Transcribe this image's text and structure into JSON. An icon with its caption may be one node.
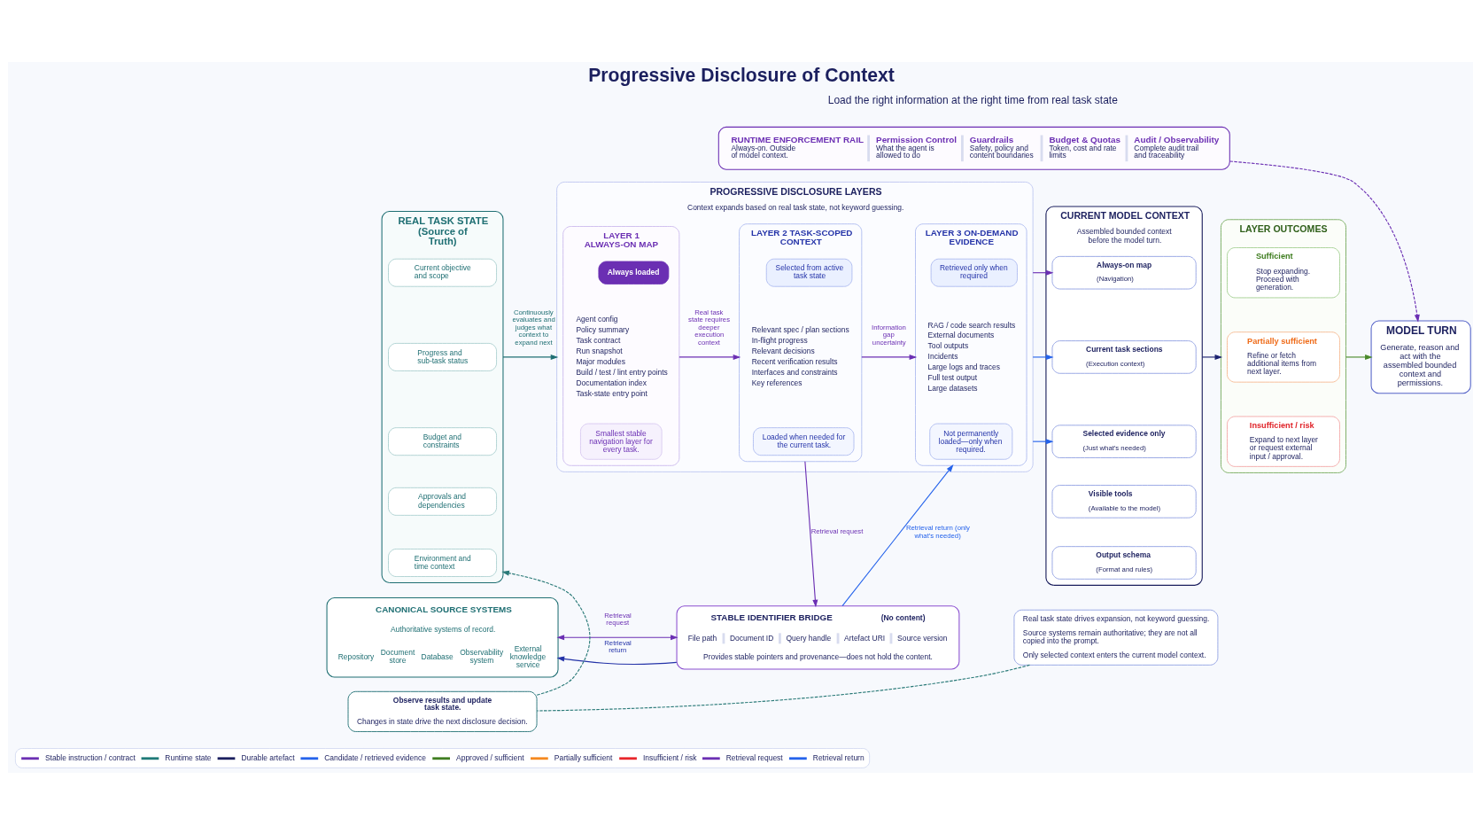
{
  "diagram": {
    "title": "Progressive Disclosure of Context",
    "nodes": [
      {
        "text": [
          "RUNTIME ENFORCEMENT RAIL",
          "Always-on. Outside of model context.",
          "Permission Control",
          "What the agent is allowed to do",
          "Guardrails",
          "Safety, policy and content boundaries",
          "Budget & Quotas",
          "Token, cost and rate limits",
          "Audit / Observability",
          "Complete audit trail and traceability"
        ]
      },
      {
        "text": [
          "REAL TASK STATE (Source of Truth)"
        ]
      },
      {
        "text": [
          "Current objective and scope"
        ],
        "in": 1
      },
      {
        "text": [
          "Progress and sub-task status"
        ],
        "in": 1
      },
      {
        "text": [
          "Budget and constraints"
        ],
        "in": 1
      },
      {
        "text": [
          "Approvals and dependencies"
        ],
        "in": 1
      },
      {
        "text": [
          "Environment and time context"
        ],
        "in": 1
      },
      {
        "text": [
          "PROGRESSIVE DISCLOSURE LAYERS",
          "Context expands based on real task state, not keyword guessing."
        ]
      },
      {
        "text": [
          "LAYER 1 ALWAYS-ON MAP",
          "Agent config",
          "Policy summary",
          "Task contract",
          "Run snapshot",
          "Major modules",
          "Build / test / lint entry points",
          "Documentation index",
          "Task-state entry point"
        ],
        "in": 7
      },
      {
        "text": [
          "Always loaded"
        ],
        "in": 8
      },
      {
        "text": [
          "Smallest stable navigation layer for every task."
        ],
        "in": 8
      },
      {
        "text": [
          "LAYER 2 TASK-SCOPED CONTEXT",
          "Relevant spec / plan sections",
          "In-flight progress",
          "Relevant decisions",
          "Recent verification results",
          "Interfaces and constraints",
          "Key references"
        ],
        "in": 7
      },
      {
        "text": [
          "Selected from active task state"
        ],
        "in": 11
      },
      {
        "text": [
          "Loaded when needed for the current task."
        ],
        "in": 11
      },
      {
        "text": [
          "LAYER 3 ON-DEMAND EVIDENCE",
          "RAG / code search results",
          "External documents",
          "Tool outputs",
          "Incidents",
          "Large logs and traces",
          "Full test output",
          "Large datasets"
        ],
        "in": 7
      },
      {
        "text": [
          "Retrieved only when required"
        ],
        "in": 14
      },
      {
        "text": [
          "Not permanently loaded—only when required."
        ],
        "in": 14
      },
      {
        "text": [
          "CURRENT MODEL CONTEXT",
          "Assembled bounded context before the model turn."
        ]
      },
      {
        "text": [
          "Always-on map",
          "(Navigation)"
        ],
        "in": 17
      },
      {
        "text": [
          "Current task sections",
          "(Execution context)"
        ],
        "in": 17
      },
      {
        "text": [
          "Selected evidence only",
          "(Just what's needed)"
        ],
        "in": 17
      },
      {
        "text": [
          "Visible tools",
          "(Available to the model)"
        ],
        "in": 17
      },
      {
        "text": [
          "Output schema",
          "(Format and rules)"
        ],
        "in": 17
      },
      {
        "text": [
          "LAYER OUTCOMES"
        ]
      },
      {
        "text": [
          "Sufficient",
          "Stop expanding. Proceed with generation."
        ],
        "in": 23
      },
      {
        "text": [
          "Partially sufficient",
          "Refine or fetch additional items from next layer."
        ],
        "in": 23
      },
      {
        "text": [
          "Insufficient / risk",
          "Expand to next layer or request external input / approval."
        ],
        "in": 23
      },
      {
        "text": [
          "MODEL TURN",
          "Generate, reason and act with the assembled bounded context and permissions."
        ]
      },
      {
        "text": [
          "CANONICAL SOURCE SYSTEMS",
          "Authoritative systems of record.",
          "Repository",
          "Document store",
          "Database",
          "Observability system",
          "External knowledge service"
        ]
      },
      {
        "text": [
          "STABLE IDENTIFIER BRIDGE",
          "(No content)",
          "File path",
          "Document ID",
          "Query handle",
          "Artefact URI",
          "Source version",
          "Provides stable pointers and provenance—does not hold the content."
        ]
      },
      {
        "text": [
          "Real task state drives expansion, not keyword guessing.",
          "Source systems remain authoritative; they are not all copied into the prompt.",
          "Only selected context enters the current model context."
        ]
      },
      {
        "text": [
          "Observe results and update task state.",
          "Changes in state drive the next disclosure decision."
        ]
      }
    ],
    "edges": [
      {
        "from": 1,
        "to": 7,
        "arrow": "to",
        "label": "Continuously evaluates and judges what context to expand next",
        "color": "#1f6f73"
      },
      {
        "from": 8,
        "to": 11,
        "arrow": "to",
        "label": "Real task state requires deeper execution context"
      },
      {
        "from": 11,
        "to": 14,
        "arrow": "to",
        "label": "Information gap uncertainty"
      },
      {
        "from": 7,
        "to": 18,
        "arrow": "to"
      },
      {
        "from": 7,
        "to": 19,
        "arrow": "to",
        "color": "#2563eb"
      },
      {
        "from": 7,
        "to": 20,
        "arrow": "to",
        "color": "#2563eb"
      },
      {
        "from": 17,
        "to": 23,
        "arrow": "to",
        "color": "#1b2170"
      },
      {
        "from": 23,
        "to": 27,
        "arrow": "to",
        "color": "#4a8a2a"
      },
      {
        "from": 0,
        "to": 27,
        "arrow": "to",
        "style": "dashed"
      },
      {
        "from": 11,
        "to": 29,
        "arrow": "to",
        "label": "Retrieval request"
      },
      {
        "from": 29,
        "to": 14,
        "arrow": "to",
        "label": "Retrieval return (only what's needed)",
        "color": "#2563eb"
      },
      {
        "from": 28,
        "to": 29,
        "arrow": "both",
        "label": "Retrieval request"
      },
      {
        "from": 29,
        "to": 28,
        "arrow": "to",
        "label": "Retrieval return",
        "color": "#2433a8"
      },
      {
        "from": 30,
        "to": 31,
        "arrow": "none",
        "style": "dashed",
        "color": "#2a7a78"
      },
      {
        "from": 31,
        "to": 1,
        "arrow": "to",
        "style": "dashed",
        "color": "#2a7a78"
      }
    ],
    "labels": [
      "Load the right information at the right time from real task state"
    ],
    "legend": [
      {
        "text": "Stable instruction / contract",
        "color": "#6b2fb3"
      },
      {
        "text": "Runtime state",
        "color": "#1f7a78"
      },
      {
        "text": "Durable artefact",
        "color": "#1b1f5e"
      },
      {
        "text": "Candidate / retrieved evidence",
        "color": "#2563eb"
      },
      {
        "text": "Approved / sufficient",
        "color": "#3f7d20"
      },
      {
        "text": "Partially sufficient",
        "color": "#f5891f"
      },
      {
        "text": "Insufficient / risk",
        "color": "#e8262b"
      },
      {
        "text": "Retrieval request",
        "color": "#6b2fb3"
      },
      {
        "text": "Retrieval return",
        "color": "#2563eb"
      }
    ]
  }
}
